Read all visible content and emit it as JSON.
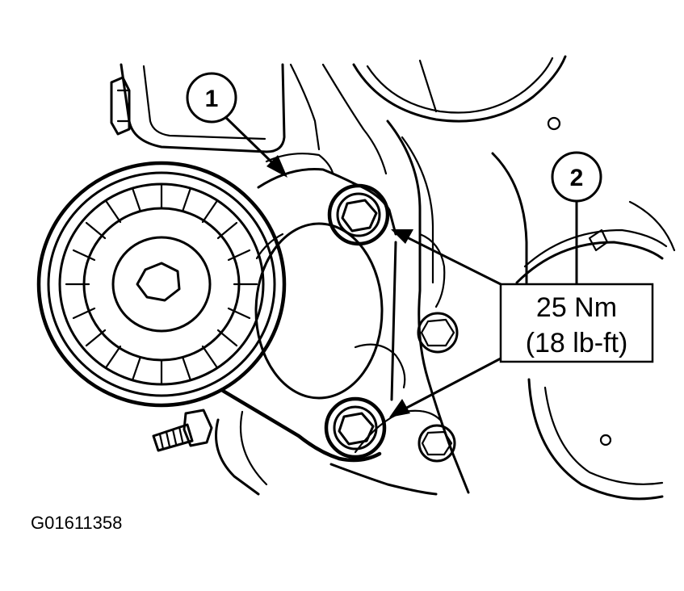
{
  "callouts": [
    {
      "number": "1"
    },
    {
      "number": "2"
    }
  ],
  "torque_spec": {
    "metric": "25 Nm",
    "imperial": "(18 lb-ft)"
  },
  "figure_id": "G01611358",
  "colors": {
    "ink": "#000000",
    "paper": "#ffffff"
  }
}
